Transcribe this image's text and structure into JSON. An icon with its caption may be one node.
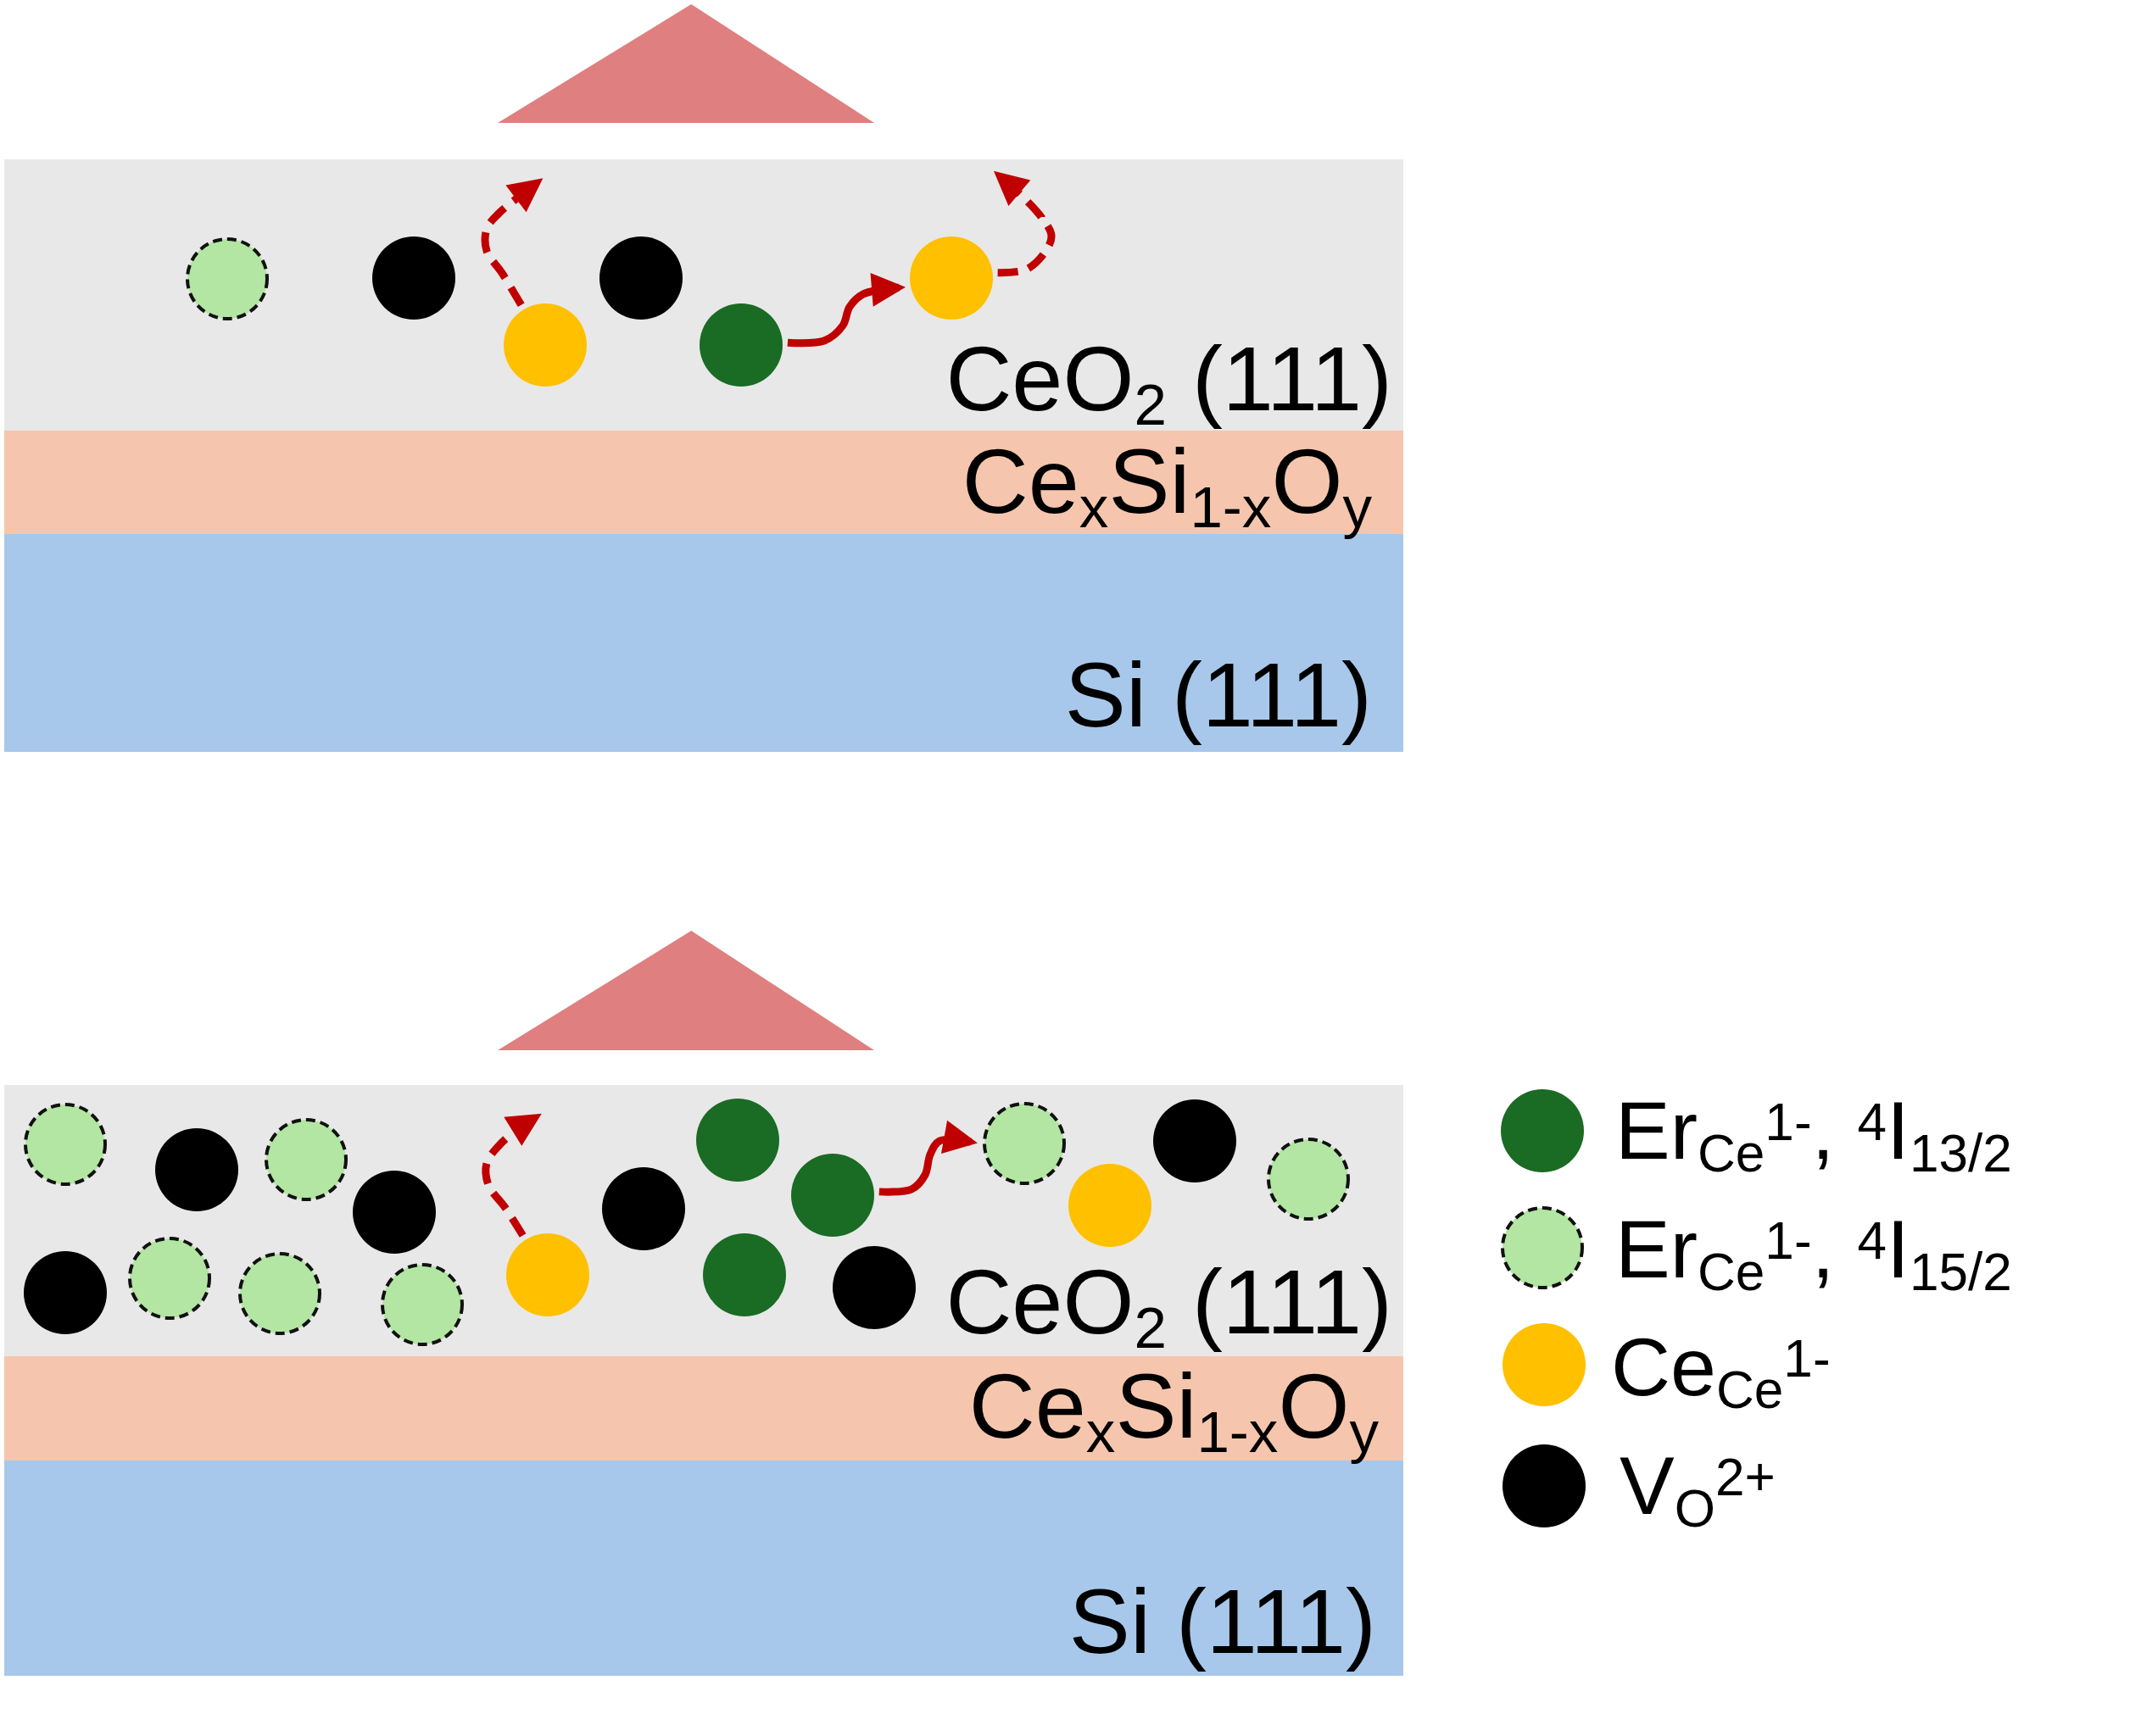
{
  "diagram": {
    "nodes": [
      {
        "text": [],
        "shape": "triangle"
      },
      {
        "text": [
          "CeO$_{2}$ (111)"
        ]
      },
      {
        "text": [],
        "shape": "circle",
        "in": 1
      },
      {
        "text": [],
        "shape": "circle",
        "in": 1
      },
      {
        "text": [],
        "shape": "circle",
        "in": 1
      },
      {
        "text": [],
        "shape": "circle",
        "in": 1
      },
      {
        "text": [],
        "shape": "circle",
        "in": 1
      },
      {
        "text": [],
        "shape": "circle",
        "in": 1
      },
      {
        "text": [
          "Ce$_{x}$Si$_{1-x}$O$_{y}$"
        ]
      },
      {
        "text": [
          "Si (111)"
        ]
      },
      {
        "text": [],
        "shape": "triangle"
      },
      {
        "text": [
          "CeO$_{2}$ (111)"
        ]
      },
      {
        "text": [],
        "shape": "circle",
        "in": 11
      },
      {
        "text": [],
        "shape": "circle",
        "in": 11
      },
      {
        "text": [],
        "shape": "circle",
        "in": 11
      },
      {
        "text": [],
        "shape": "circle",
        "in": 11
      },
      {
        "text": [],
        "shape": "circle",
        "in": 11
      },
      {
        "text": [],
        "shape": "circle",
        "in": 11
      },
      {
        "text": [],
        "shape": "circle",
        "in": 11
      },
      {
        "text": [],
        "shape": "circle",
        "in": 11
      },
      {
        "text": [],
        "shape": "circle",
        "in": 11
      },
      {
        "text": [],
        "shape": "circle",
        "in": 11
      },
      {
        "text": [],
        "shape": "circle",
        "in": 11
      },
      {
        "text": [],
        "shape": "circle",
        "in": 11
      },
      {
        "text": [],
        "shape": "circle",
        "in": 11
      },
      {
        "text": [],
        "shape": "circle",
        "in": 11
      },
      {
        "text": [],
        "shape": "circle",
        "in": 11
      },
      {
        "text": [],
        "shape": "circle",
        "in": 11
      },
      {
        "text": [],
        "shape": "circle",
        "in": 11
      },
      {
        "text": [],
        "shape": "circle",
        "in": 11
      },
      {
        "text": [
          "Ce$_{x}$Si$_{1-x}$O$_{y}$"
        ]
      },
      {
        "text": [
          "Si (111)"
        ]
      }
    ],
    "edges": [
      {
        "from": 4,
        "to": null,
        "arrow": "to",
        "style": "dashed"
      },
      {
        "from": 6,
        "to": 7,
        "arrow": "to"
      },
      {
        "from": 7,
        "to": null,
        "arrow": "to",
        "style": "dashed"
      },
      {
        "from": 20,
        "to": null,
        "arrow": "to",
        "style": "dashed"
      },
      {
        "from": 24,
        "to": 26,
        "arrow": "to"
      }
    ],
    "legend": [
      {
        "text": "Er$_{Ce}$$^{1-}$, $^{4}$I$_{13/2}$",
        "color": "#1a6b24"
      },
      {
        "text": "Er$_{Ce}$$^{1-}$, $^{4}$I$_{15/2}$"
      },
      {
        "text": "Ce$_{Ce}$$^{1-}$",
        "color": "#ffc000"
      },
      {
        "text": "V$_{O}$$^{2+}$",
        "color": "#000000"
      }
    ]
  }
}
